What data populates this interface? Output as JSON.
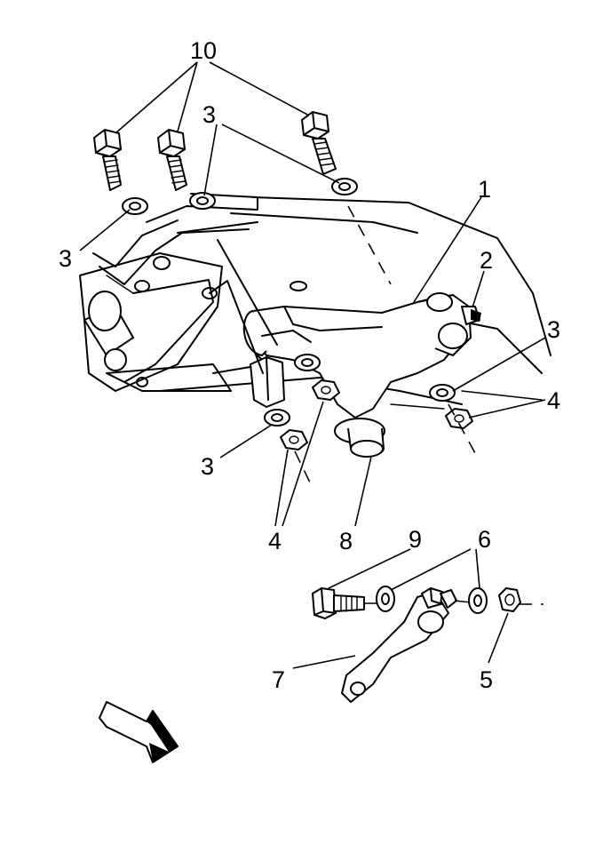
{
  "callouts": {
    "c10": "10",
    "c3_top": "3",
    "c3_left": "3",
    "c1": "1",
    "c2": "2",
    "c3_right": "3",
    "c4_right": "4",
    "c3_bottom": "3",
    "c4_bottom": "4",
    "c8": "8",
    "c9": "9",
    "c6": "6",
    "c7": "7",
    "c5": "5"
  }
}
